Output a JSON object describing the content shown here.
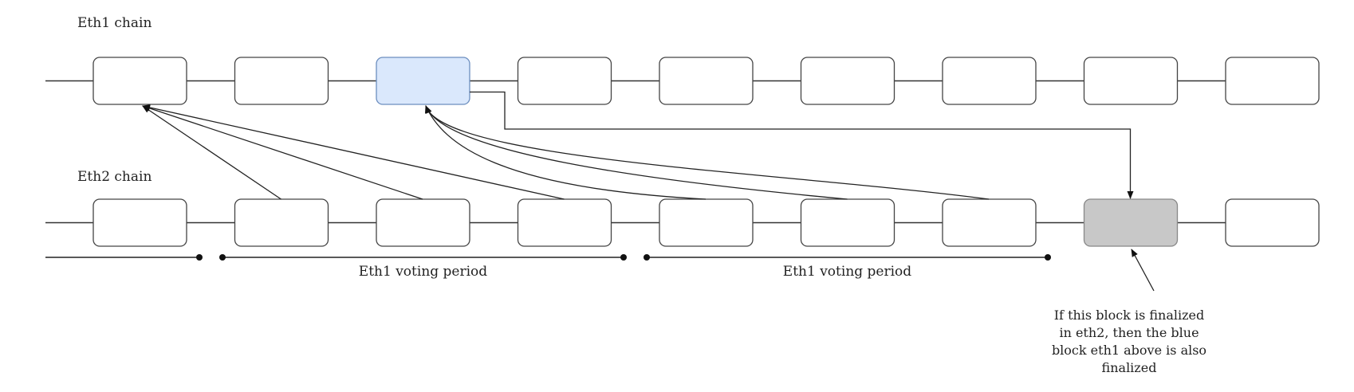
{
  "eth1_chain": {
    "label": "Eth1 chain",
    "blocks": [
      {
        "fill": "#ffffff",
        "stroke": "#444444"
      },
      {
        "fill": "#ffffff",
        "stroke": "#444444"
      },
      {
        "fill": "#dae8fc",
        "stroke": "#6c8ebf",
        "highlight": "blue"
      },
      {
        "fill": "#ffffff",
        "stroke": "#444444"
      },
      {
        "fill": "#ffffff",
        "stroke": "#444444"
      },
      {
        "fill": "#ffffff",
        "stroke": "#444444"
      },
      {
        "fill": "#ffffff",
        "stroke": "#444444"
      },
      {
        "fill": "#ffffff",
        "stroke": "#444444"
      },
      {
        "fill": "#ffffff",
        "stroke": "#444444"
      }
    ]
  },
  "eth2_chain": {
    "label": "Eth2 chain",
    "blocks": [
      {
        "fill": "#ffffff",
        "stroke": "#444444"
      },
      {
        "fill": "#ffffff",
        "stroke": "#444444"
      },
      {
        "fill": "#ffffff",
        "stroke": "#444444"
      },
      {
        "fill": "#ffffff",
        "stroke": "#444444"
      },
      {
        "fill": "#ffffff",
        "stroke": "#444444"
      },
      {
        "fill": "#ffffff",
        "stroke": "#444444"
      },
      {
        "fill": "#ffffff",
        "stroke": "#444444"
      },
      {
        "fill": "#c8c8c8",
        "stroke": "#888888",
        "highlight": "finalized"
      },
      {
        "fill": "#ffffff",
        "stroke": "#444444"
      }
    ]
  },
  "voting_periods": [
    {
      "label": ""
    },
    {
      "label": "Eth1 voting period"
    },
    {
      "label": "Eth1 voting period"
    }
  ],
  "votes": [
    {
      "from_eth2_block": 1,
      "to_eth1_block": 0
    },
    {
      "from_eth2_block": 2,
      "to_eth1_block": 0
    },
    {
      "from_eth2_block": 3,
      "to_eth1_block": 0
    },
    {
      "from_eth2_block": 4,
      "to_eth1_block": 2
    },
    {
      "from_eth2_block": 5,
      "to_eth1_block": 2
    },
    {
      "from_eth2_block": 6,
      "to_eth1_block": 2
    }
  ],
  "finality_link": {
    "from_eth1_block": 2,
    "to_eth2_block": 7
  },
  "annotation": {
    "lines": [
      "If this block is finalized",
      "in eth2, then the blue",
      "block eth1 above is also",
      "finalized"
    ]
  }
}
